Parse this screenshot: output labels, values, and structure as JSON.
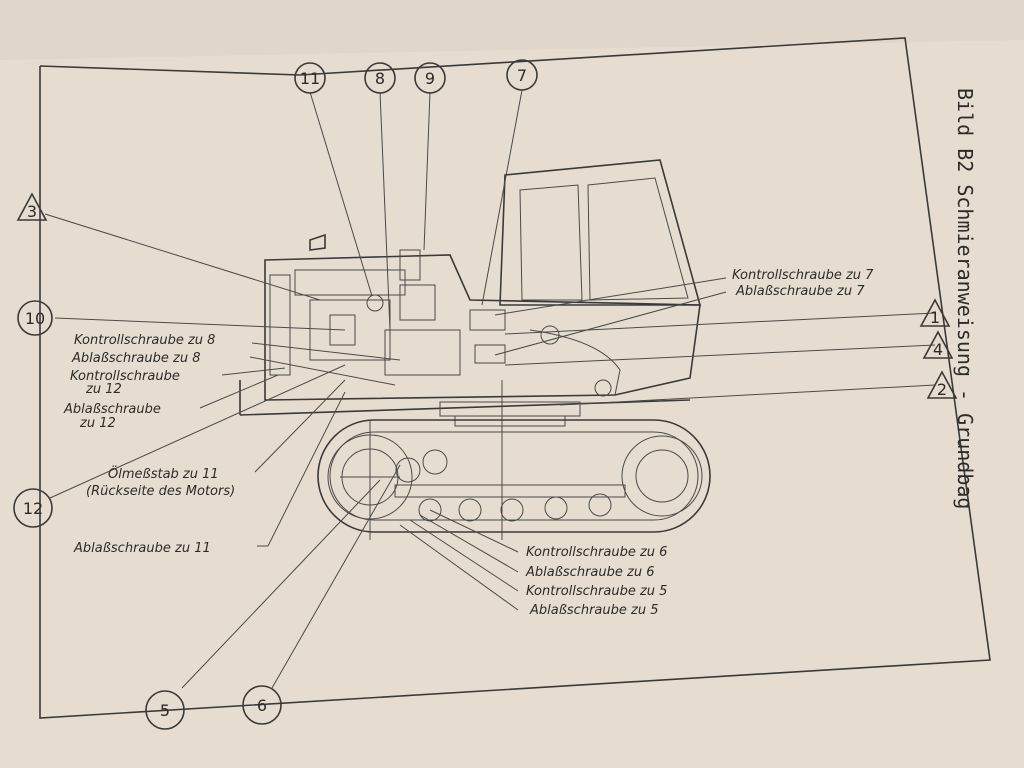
{
  "figure": {
    "title": "Bild B2 Schmieranweisung - Grundbag"
  },
  "callouts": {
    "c11": "11",
    "c8": "8",
    "c9": "9",
    "c7": "7",
    "c3": "3",
    "c10": "10",
    "c12": "12",
    "c1": "1",
    "c4": "4",
    "c2": "2",
    "c5": "5",
    "c6": "6"
  },
  "labels": {
    "kontroll_7": "Kontrollschraube zu 7",
    "ablass_7": "Ablaßschraube zu 7",
    "kontroll_8": "Kontrollschraube zu 8",
    "ablass_8": "Ablaßschraube zu 8",
    "kontroll_12_a": "Kontrollschraube",
    "kontroll_12_b": "zu 12",
    "ablass_12_a": "Ablaßschraube",
    "ablass_12_b": "zu 12",
    "oelmess_a": "Ölmeßstab zu 11",
    "oelmess_b": "(Rückseite des Motors)",
    "ablass_11": "Ablaßschraube zu 11",
    "kontroll_6": "Kontrollschraube zu 6",
    "ablass_6": "Ablaßschraube zu 6",
    "kontroll_5": "Kontrollschraube zu 5",
    "ablass_5": "Ablaßschraube zu 5"
  }
}
